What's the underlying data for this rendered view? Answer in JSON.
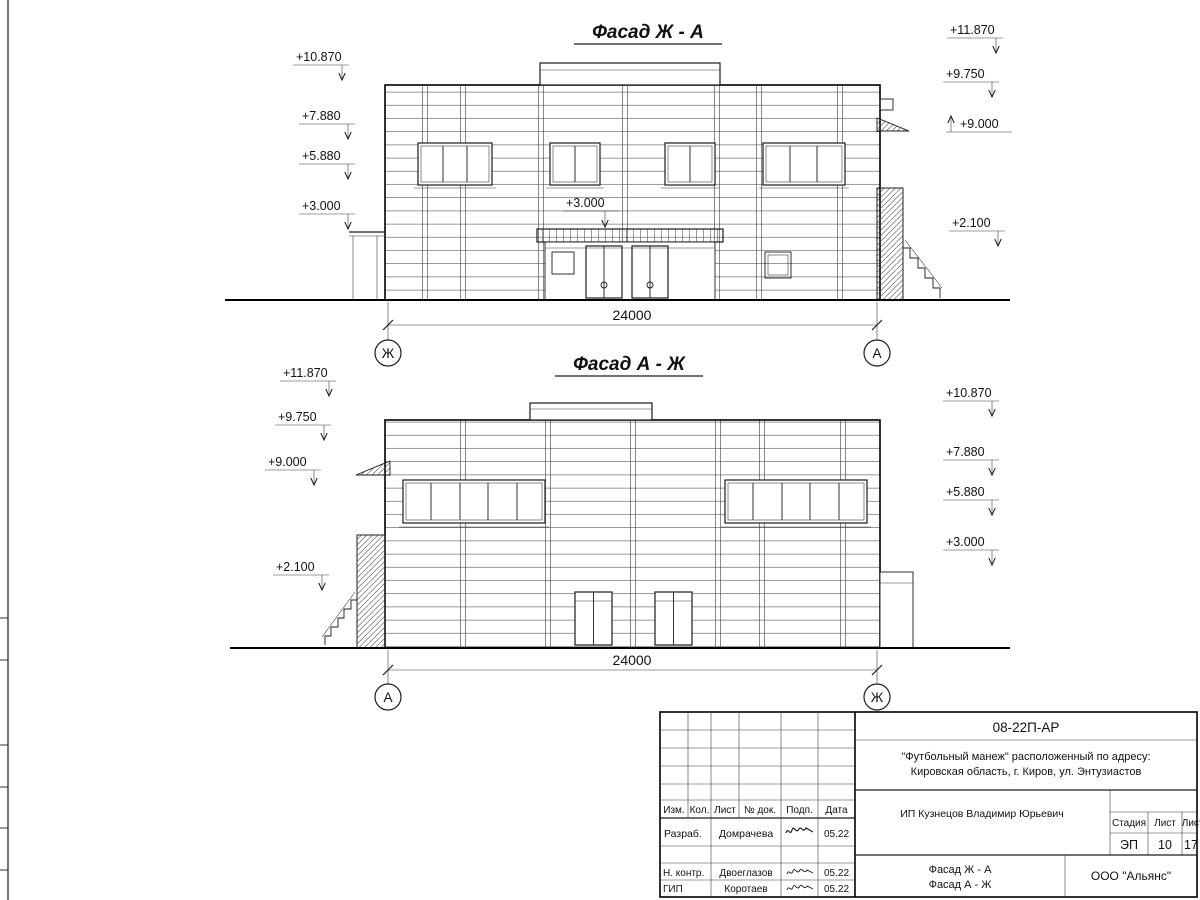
{
  "facade_top": {
    "title": "Фасад Ж - А",
    "left_marks": [
      "+10.870",
      "+7.880",
      "+5.880",
      "+3.000"
    ],
    "center_mark": "+3.000",
    "right_marks": [
      "+11.870",
      "+9.750",
      "+9.000",
      "+2.100"
    ],
    "dimension": "24000",
    "axis_left": "Ж",
    "axis_right": "А"
  },
  "facade_bottom": {
    "title": "Фасад А - Ж",
    "left_marks": [
      "+11.870",
      "+9.750",
      "+9.000",
      "+2.100"
    ],
    "right_marks": [
      "+10.870",
      "+7.880",
      "+5.880",
      "+3.000"
    ],
    "dimension": "24000",
    "axis_left": "А",
    "axis_right": "Ж"
  },
  "titleblock": {
    "doc_code": "08-22П-АР",
    "project_line1": "\"Футбольный манеж\" расположенный по адресу:",
    "project_line2": "Кировская область, г. Киров, ул. Энтузиастов",
    "client": "ИП Кузнецов Владимир Юрьевич",
    "company": "ООО \"Альянс\"",
    "sheet_name_line1": "Фасад Ж - А",
    "sheet_name_line2": "Фасад А - Ж",
    "stage_label": "Стадия",
    "sheet_label": "Лист",
    "sheets_label": "Листов",
    "stage_value": "ЭП",
    "sheet_value": "10",
    "sheets_value": "17",
    "columns": [
      "Изм.",
      "Кол.",
      "Лист",
      "№ док.",
      "Подп.",
      "Дата"
    ],
    "rows": [
      {
        "role": "Разраб.",
        "name": "Домрачева",
        "date": "05.22"
      },
      {
        "role": "Н. контр.",
        "name": "Двоеглазов",
        "date": "05.22"
      },
      {
        "role": "ГИП",
        "name": "Коротаев",
        "date": "05.22"
      }
    ]
  }
}
